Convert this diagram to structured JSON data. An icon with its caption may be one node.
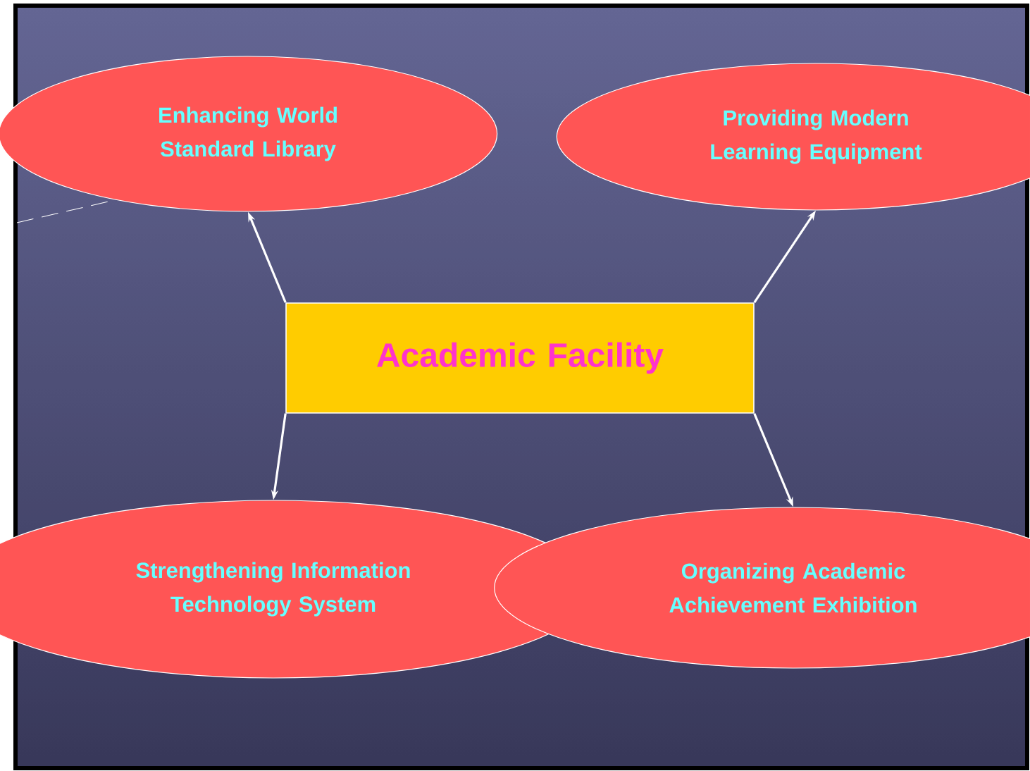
{
  "diagram": {
    "nodes": [
      {
        "text": [
          "Academic Facility"
        ]
      },
      {
        "text": [
          "Enhancing World Standard Library"
        ]
      },
      {
        "text": [
          "Providing Modern Learning Equipment"
        ]
      },
      {
        "text": [
          "Strengthening Information Technology System"
        ]
      },
      {
        "text": [
          "Organizing Academic Achievement Exhibition"
        ]
      }
    ],
    "edges": [
      {
        "from": 0,
        "to": 1,
        "arrow": "to"
      },
      {
        "from": 0,
        "to": 2,
        "arrow": "to"
      },
      {
        "from": 0,
        "to": 3,
        "arrow": "to"
      },
      {
        "from": 0,
        "to": 4,
        "arrow": "to"
      }
    ]
  }
}
